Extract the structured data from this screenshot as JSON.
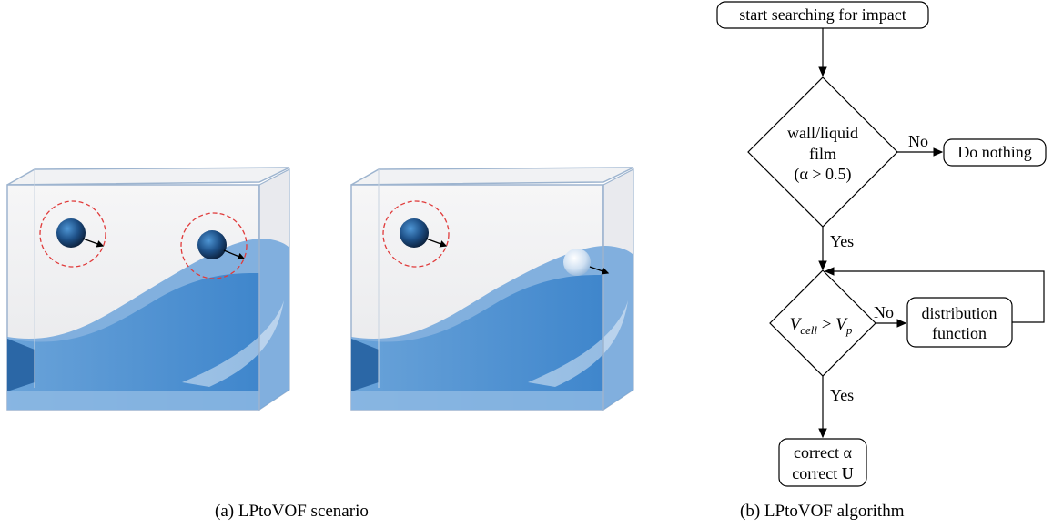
{
  "scenario": {
    "caption": "(a) LPtoVOF scenario"
  },
  "algorithm": {
    "caption": "(b) LPtoVOF algorithm",
    "start": "start searching for impact",
    "decision1": {
      "line1": "wall/liquid",
      "line2": "film",
      "line3": "(α > 0.5)"
    },
    "no1": "No",
    "nothing": "Do nothing",
    "yes1": "Yes",
    "decision2": {
      "v": "V",
      "cell": "cell",
      "gt": " > ",
      "vp": "V",
      "p": "p"
    },
    "no2": "No",
    "distribution": {
      "line1": "distribution",
      "line2": "function"
    },
    "yes2": "Yes",
    "correct": {
      "prefix": "correct ",
      "alpha": "α",
      "u": "U"
    }
  },
  "colors": {
    "water_dark": "#2f6eae",
    "water_mid": "#4a8fd0",
    "water_light": "#8fb9e2",
    "box_edge": "#8aa7c8",
    "highlight": "#e03b3b"
  }
}
